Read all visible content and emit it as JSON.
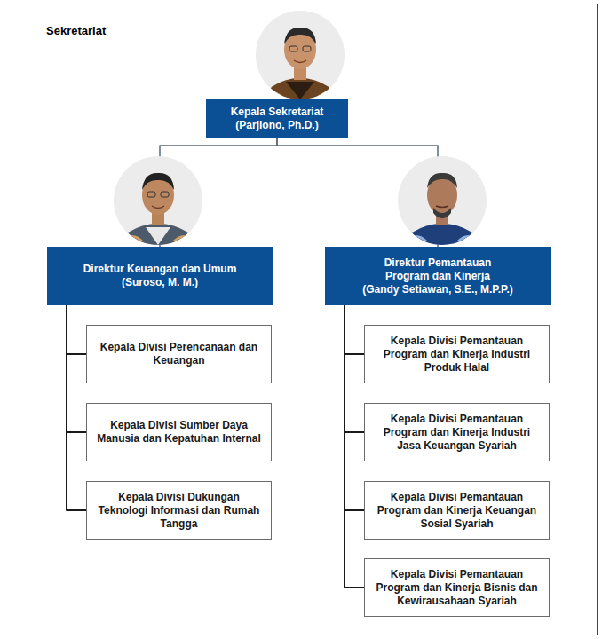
{
  "diagram": {
    "title": "Sekretariat",
    "nodes": [
      {
        "text": [
          "Kepala Sekretariat",
          "(Parjiono, Ph.D.)"
        ]
      },
      {
        "text": [
          "Direktur Keuangan dan Umum",
          "(Suroso, M. M.)"
        ]
      },
      {
        "text": [
          "Direktur Pemantauan Program dan Kinerja",
          "(Gandy Setiawan, S.E., M.P.P.)"
        ]
      },
      {
        "text": [
          "Kepala Divisi Perencanaan dan Keuangan"
        ]
      },
      {
        "text": [
          "Kepala Divisi Sumber Daya Manusia dan Kepatuhan Internal"
        ]
      },
      {
        "text": [
          "Kepala Divisi Dukungan Teknologi Informasi dan Rumah Tangga"
        ]
      },
      {
        "text": [
          "Kepala Divisi Pemantauan Program dan Kinerja Industri Produk Halal"
        ]
      },
      {
        "text": [
          "Kepala Divisi Pemantauan Program dan Kinerja Industri Jasa Keuangan Syariah"
        ]
      },
      {
        "text": [
          "Kepala Divisi Pemantauan Program dan Kinerja Keuangan Sosial Syariah"
        ]
      },
      {
        "text": [
          "Kepala Divisi Pemantauan Program dan Kinerja Bisnis dan Kewirausahaan Syariah"
        ]
      }
    ],
    "edges": [
      {
        "from": 0,
        "to": 1,
        "arrow": "none"
      },
      {
        "from": 0,
        "to": 2,
        "arrow": "none"
      },
      {
        "from": 1,
        "to": 3,
        "arrow": "none"
      },
      {
        "from": 1,
        "to": 4,
        "arrow": "none"
      },
      {
        "from": 1,
        "to": 5,
        "arrow": "none"
      },
      {
        "from": 2,
        "to": 6,
        "arrow": "none"
      },
      {
        "from": 2,
        "to": 7,
        "arrow": "none"
      },
      {
        "from": 2,
        "to": 8,
        "arrow": "none"
      },
      {
        "from": 2,
        "to": 9,
        "arrow": "none"
      }
    ]
  }
}
